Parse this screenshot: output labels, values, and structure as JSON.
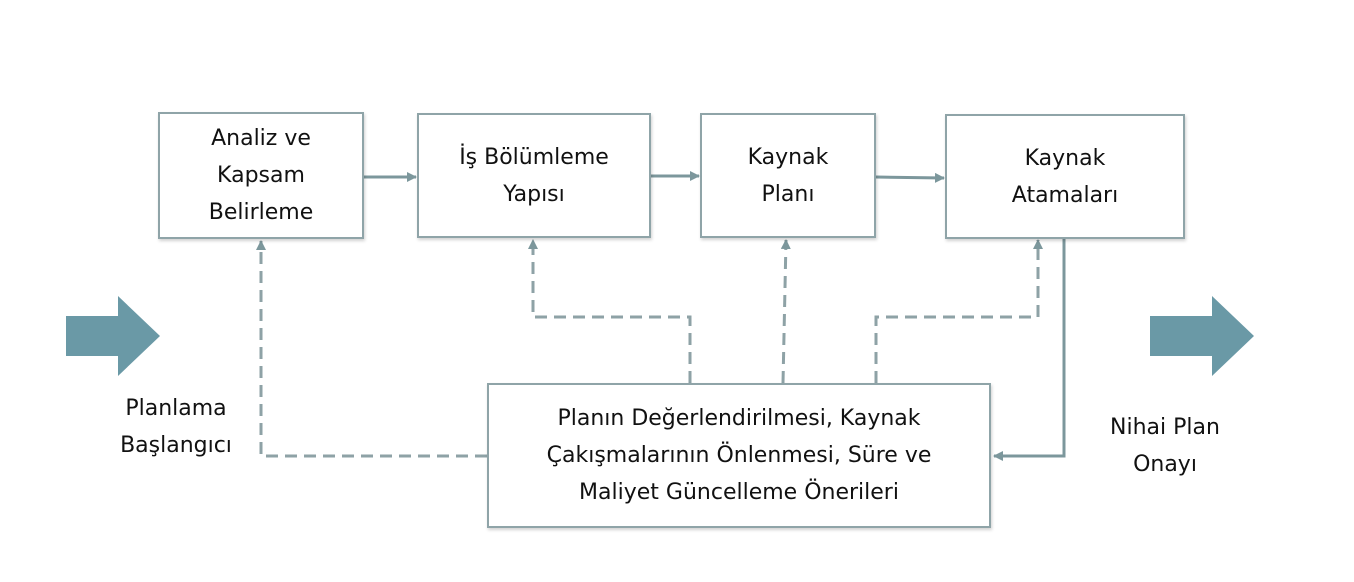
{
  "diagram": {
    "start_label": "Planlama\nBaşlangıcı",
    "end_label": "Nihai Plan\nOnayı",
    "steps": [
      {
        "label": "Analiz ve\nKapsam\nBelirleme"
      },
      {
        "label": "İş Bölümleme\nYapısı"
      },
      {
        "label": "Kaynak\nPlanı"
      },
      {
        "label": "Kaynak\nAtamaları"
      }
    ],
    "review_box": {
      "label": "Planın Değerlendirilmesi, Kaynak\nÇakışmalarının Önlenmesi, Süre ve\nMaliyet Güncelleme Önerileri"
    }
  },
  "colors": {
    "box_border": "#8fa4a8",
    "connector": "#7c979c",
    "big_arrow": "#6a99a6",
    "text": "#111111"
  }
}
